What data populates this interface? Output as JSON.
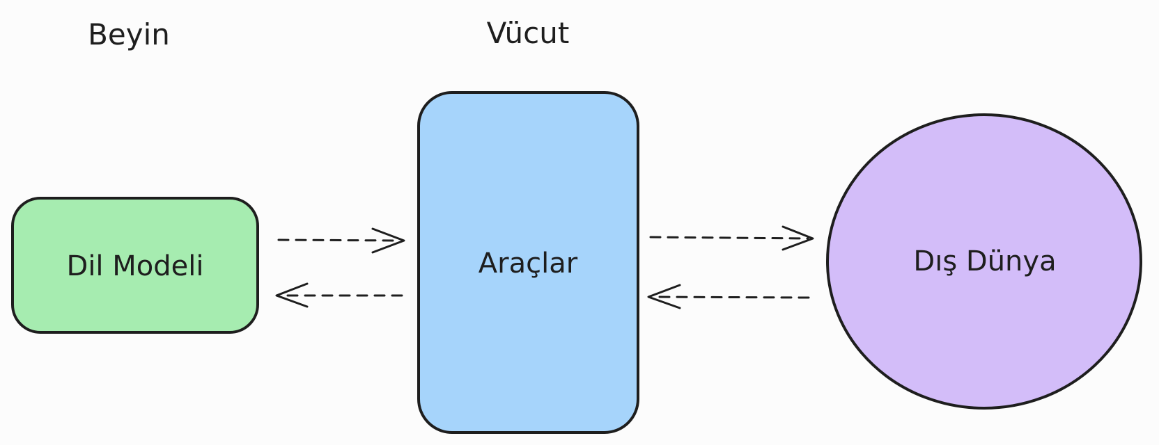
{
  "headings": {
    "brain": "Beyin",
    "body": "Vücut"
  },
  "nodes": {
    "language_model": {
      "label": "Dil Modeli",
      "fill": "#a6ecb0"
    },
    "tools": {
      "label": "Araçlar",
      "fill": "#a6d4fb"
    },
    "outside_world": {
      "label": "Dış Dünya",
      "fill": "#d3bdf9"
    }
  },
  "connections": [
    {
      "from": "language_model",
      "to": "tools",
      "style": "dashed"
    },
    {
      "from": "tools",
      "to": "language_model",
      "style": "dashed"
    },
    {
      "from": "tools",
      "to": "outside_world",
      "style": "dashed"
    },
    {
      "from": "outside_world",
      "to": "tools",
      "style": "dashed"
    }
  ],
  "colors": {
    "stroke": "#1e1e1e",
    "background": "#fcfcfc"
  }
}
